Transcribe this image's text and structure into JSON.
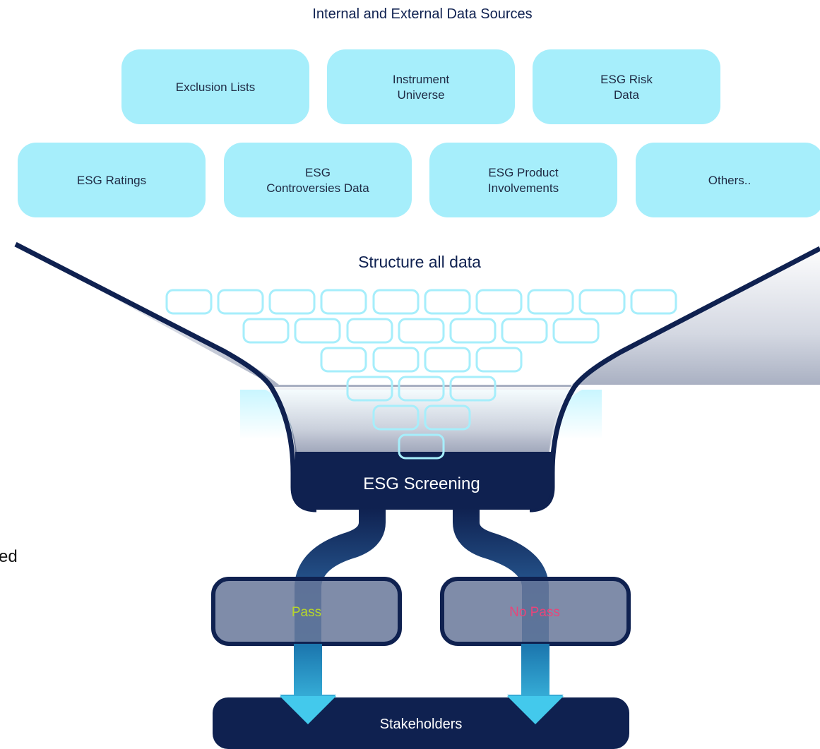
{
  "header": "Internal and External Data Sources",
  "sources_row1": [
    [
      "Exclusion Lists"
    ],
    [
      "Instrument",
      "Universe"
    ],
    [
      "ESG Risk",
      "Data"
    ]
  ],
  "sources_row2": [
    [
      "ESG Ratings"
    ],
    [
      "ESG",
      "Controversies Data"
    ],
    [
      "ESG Product",
      "Involvements"
    ],
    [
      "Others.."
    ]
  ],
  "funnel_label": "Structure all data",
  "screening_label": "ESG Screening",
  "results": {
    "pass": "Pass",
    "no_pass": "No Pass"
  },
  "stakeholders_label": "Stakeholders",
  "side_fragment": "ed",
  "colors": {
    "source_box": "#a6eefb",
    "navy": "#0f2150",
    "result_fill": "#68789a",
    "pass_text": "#b7d62a",
    "no_pass_text": "#e8457a",
    "arrow": "#3fc7ea",
    "brick_stroke": "#a6eefb"
  }
}
